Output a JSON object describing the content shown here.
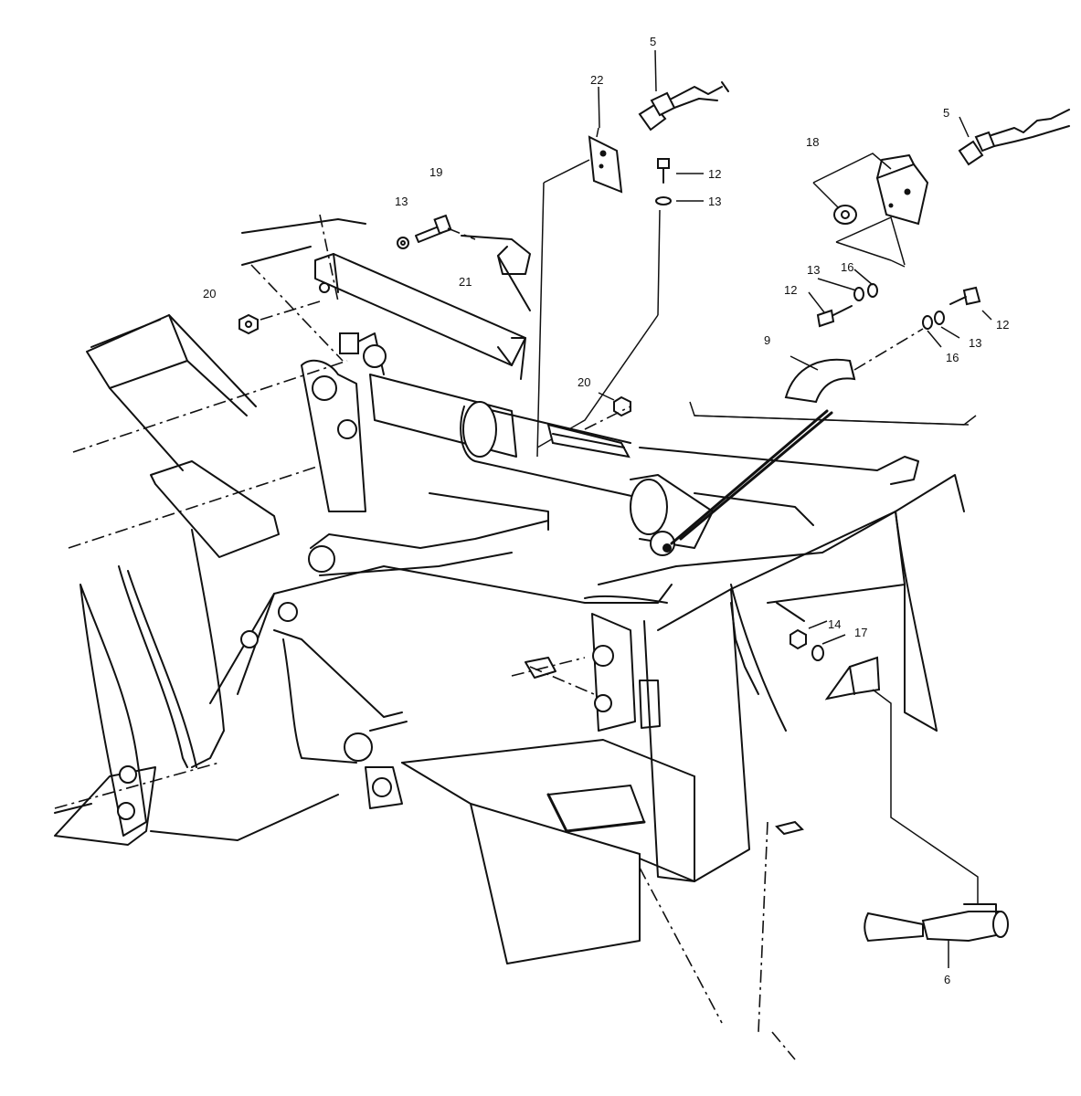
{
  "callouts": [
    {
      "id": "c5a",
      "text": "5"
    },
    {
      "id": "c22",
      "text": "22"
    },
    {
      "id": "c12a",
      "text": "12"
    },
    {
      "id": "c13a",
      "text": "13"
    },
    {
      "id": "c19",
      "text": "19"
    },
    {
      "id": "c13b",
      "text": "13"
    },
    {
      "id": "c21",
      "text": "21"
    },
    {
      "id": "c20a",
      "text": "20"
    },
    {
      "id": "c20b",
      "text": "20"
    },
    {
      "id": "c5b",
      "text": "5"
    },
    {
      "id": "c18",
      "text": "18"
    },
    {
      "id": "c13c",
      "text": "13"
    },
    {
      "id": "c16a",
      "text": "16"
    },
    {
      "id": "c12b",
      "text": "12"
    },
    {
      "id": "c12c",
      "text": "12"
    },
    {
      "id": "c13d",
      "text": "13"
    },
    {
      "id": "c16b",
      "text": "16"
    },
    {
      "id": "c9",
      "text": "9"
    },
    {
      "id": "c14",
      "text": "14"
    },
    {
      "id": "c17",
      "text": "17"
    },
    {
      "id": "c6",
      "text": "6"
    }
  ]
}
